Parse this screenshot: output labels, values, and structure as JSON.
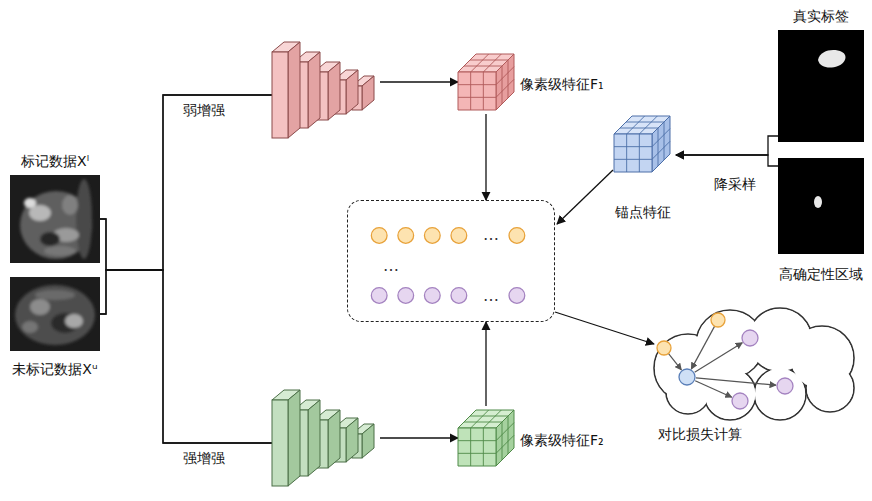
{
  "diagram": {
    "nodes": [
      {
        "text": [
          "标记数据Xˡ"
        ]
      },
      {
        "text": [
          "未标记数据Xᵘ"
        ]
      },
      {
        "text": [
          "弱增强"
        ]
      },
      {
        "text": [
          "像素级特征F₁"
        ]
      },
      {
        "text": [
          "真实标签"
        ]
      },
      {
        "text": [
          "锚点特征"
        ]
      },
      {
        "text": [
          "高确定性区域"
        ]
      },
      {
        "text": [
          "…",
          "…",
          "…"
        ]
      },
      {
        "text": [
          "强增强"
        ]
      },
      {
        "text": [
          "像素级特征F₂"
        ]
      },
      {
        "text": [
          "对比损失计算"
        ]
      }
    ],
    "edges": [
      {
        "from": 0,
        "to": 2,
        "arrow": "none"
      },
      {
        "from": 1,
        "to": 2,
        "arrow": "none"
      },
      {
        "from": 0,
        "to": 8,
        "arrow": "none"
      },
      {
        "from": 1,
        "to": 8,
        "arrow": "none"
      },
      {
        "from": 2,
        "to": 3,
        "arrow": "to"
      },
      {
        "from": 8,
        "to": 9,
        "arrow": "to"
      },
      {
        "from": 3,
        "to": 7,
        "arrow": "to"
      },
      {
        "from": 9,
        "to": 7,
        "arrow": "to"
      },
      {
        "from": 4,
        "to": 5,
        "label": "降采样",
        "arrow": "to"
      },
      {
        "from": 6,
        "to": 5,
        "arrow": "to"
      },
      {
        "from": 5,
        "to": 7,
        "arrow": "to"
      },
      {
        "from": 7,
        "to": 10,
        "arrow": "to"
      }
    ]
  }
}
